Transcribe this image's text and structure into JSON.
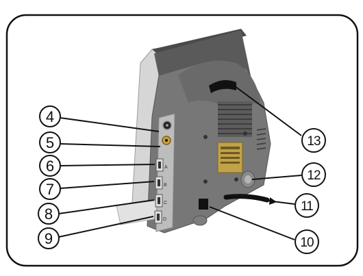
{
  "figure": {
    "subject": "monitor-rear-view",
    "callouts": [
      {
        "id": "c4",
        "label": "4",
        "side": "left"
      },
      {
        "id": "c5",
        "label": "5",
        "side": "left"
      },
      {
        "id": "c6",
        "label": "6",
        "side": "left"
      },
      {
        "id": "c7",
        "label": "7",
        "side": "left"
      },
      {
        "id": "c8",
        "label": "8",
        "side": "left"
      },
      {
        "id": "c9",
        "label": "9",
        "side": "left"
      },
      {
        "id": "c10",
        "label": "10",
        "side": "right"
      },
      {
        "id": "c11",
        "label": "11",
        "side": "right"
      },
      {
        "id": "c12",
        "label": "12",
        "side": "right"
      },
      {
        "id": "c13",
        "label": "13",
        "side": "right"
      }
    ],
    "port_markings": {
      "usb_a": "A",
      "usb_b": "B",
      "usb_c": "C",
      "usb_d": "D"
    },
    "colors": {
      "frame": "#111111",
      "housing": "#6b6b6b",
      "housing_dark": "#3e3e3e",
      "bezel": "#cfcfcf",
      "port_panel": "#b9b9b9",
      "usb_metal": "#d9d9d9"
    }
  }
}
